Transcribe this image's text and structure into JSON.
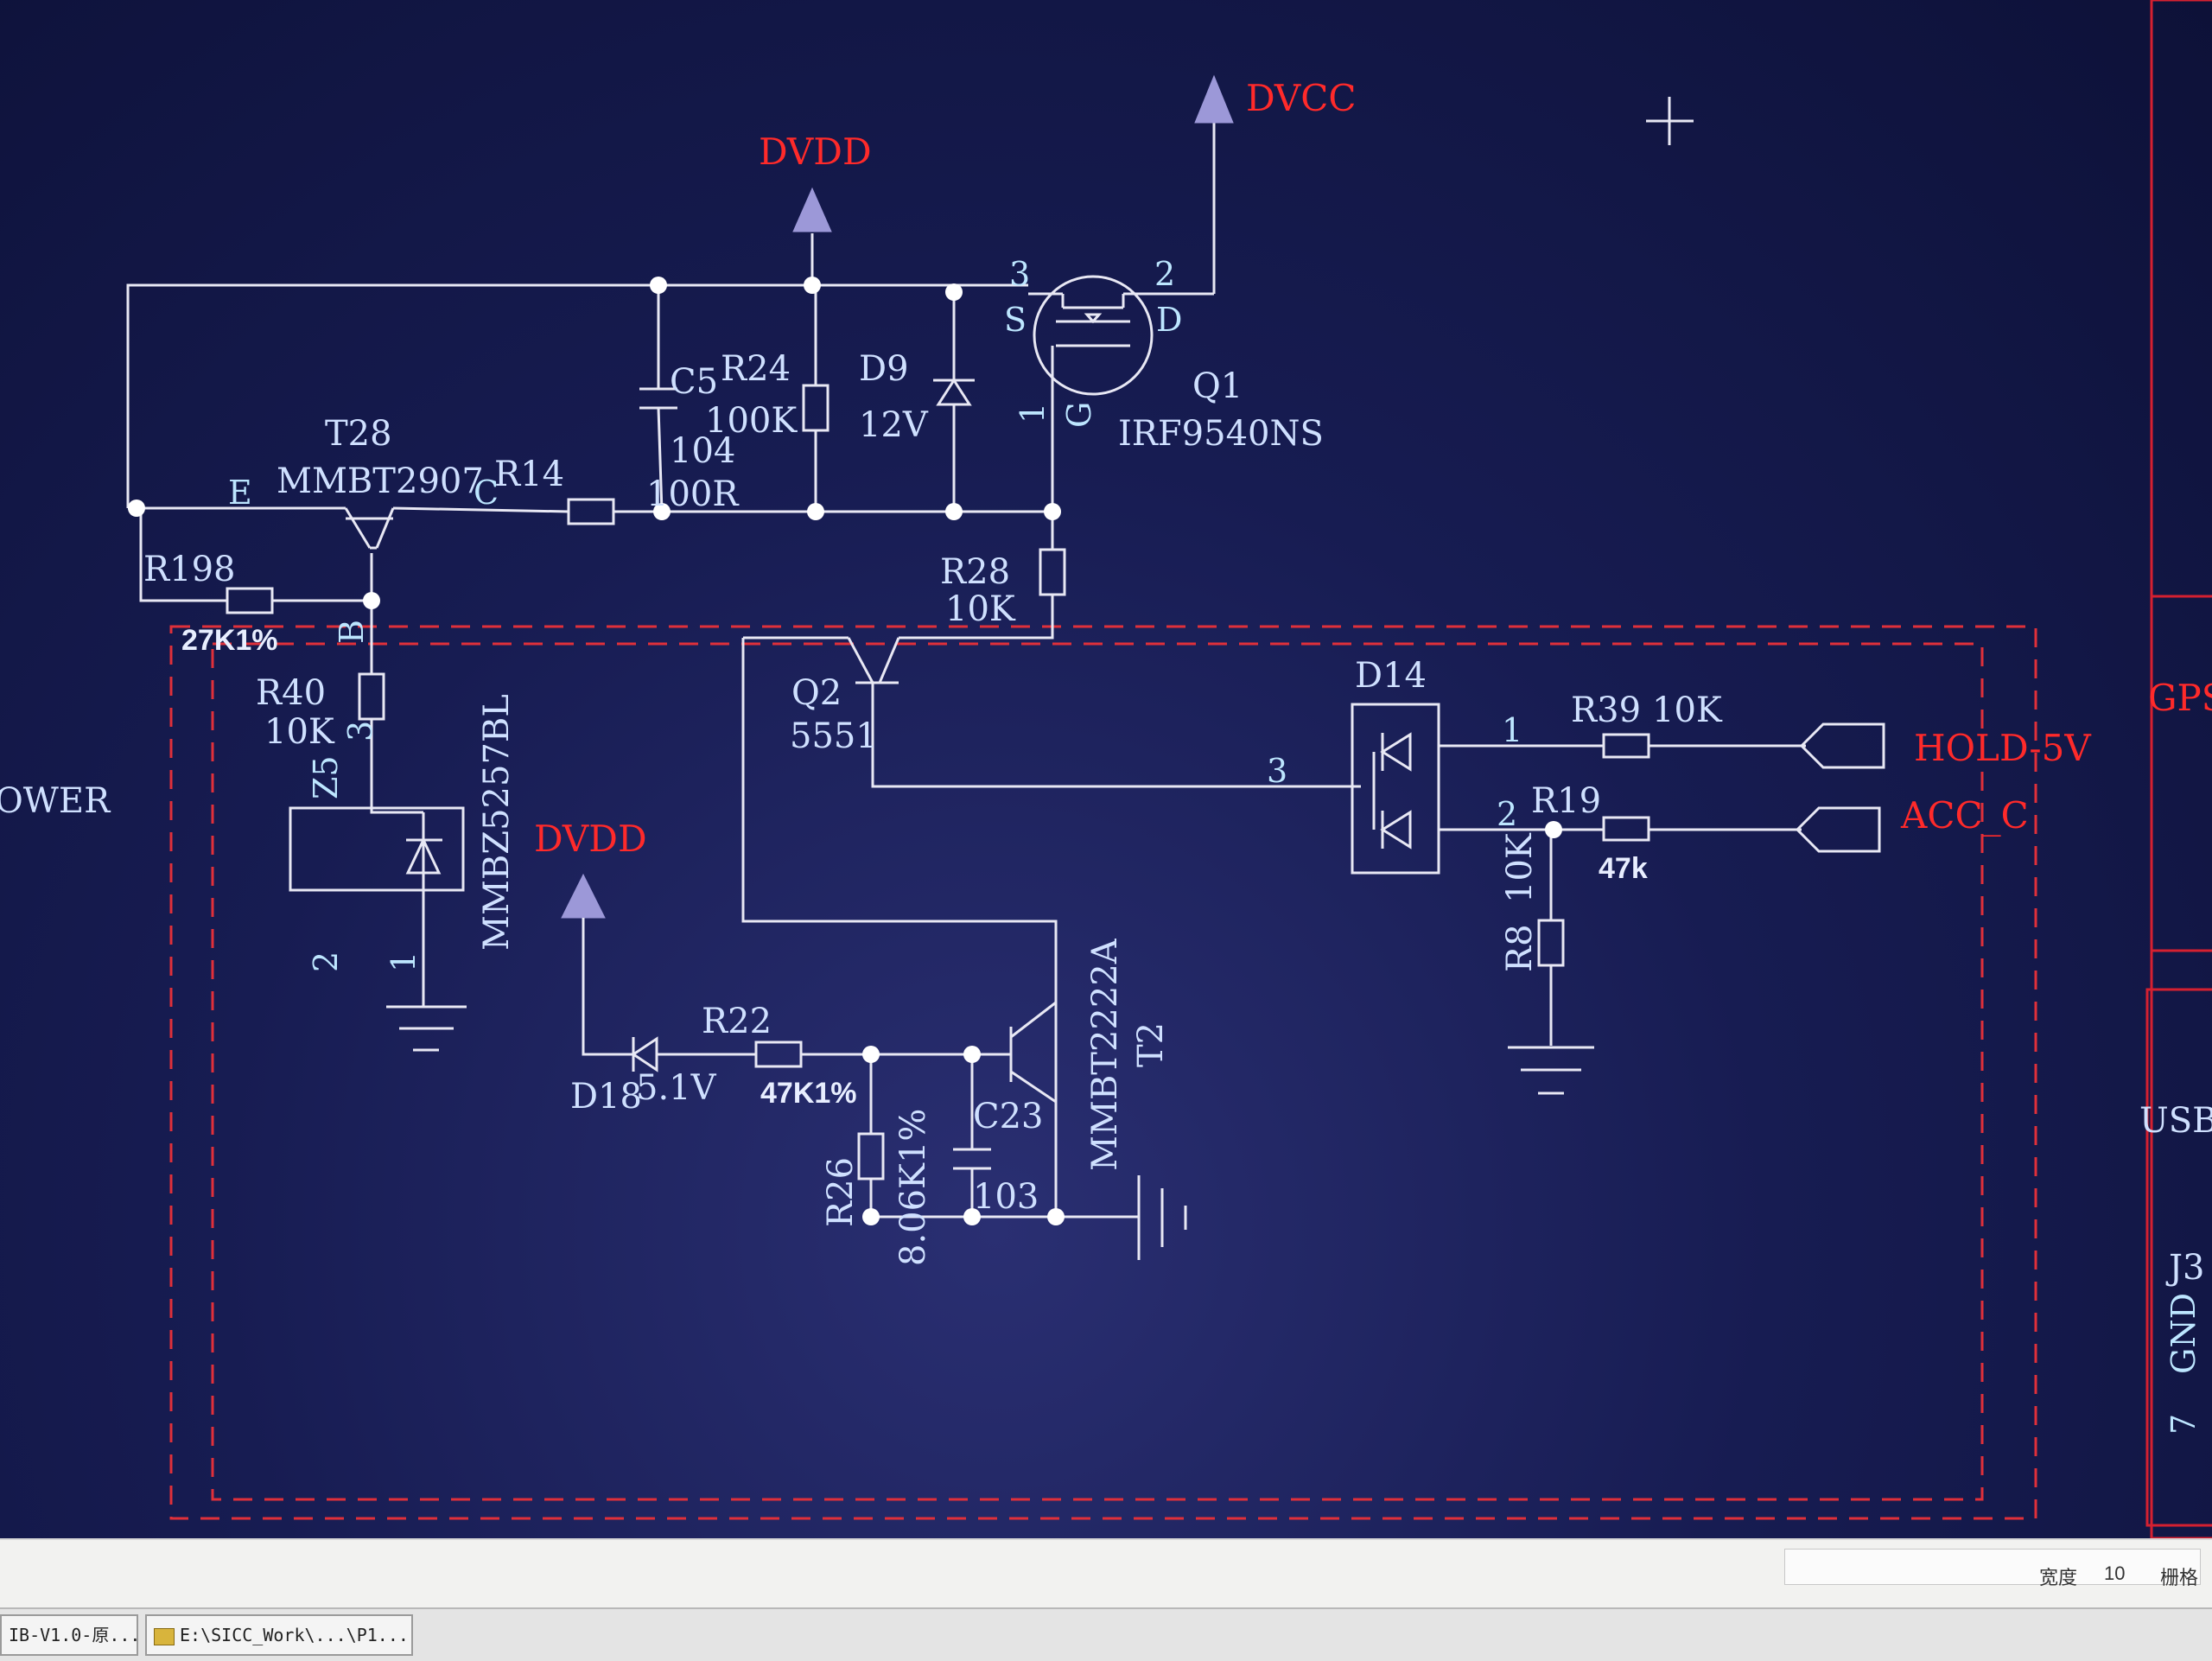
{
  "labels": {
    "t28_ref": "T28",
    "t28_part": "MMBT2907",
    "t28_e": "E",
    "t28_c": "C",
    "t28_b": "B",
    "r14_ref": "R14",
    "r14_val": "100R",
    "c5_ref": "C5",
    "c5_val": "104",
    "r24_ref": "R24",
    "r24_val": "100K",
    "d9_ref": "D9",
    "d9_val": "12V",
    "q1_ref": "Q1",
    "q1_part": "IRF9540NS",
    "q1_s": "S",
    "q1_d": "D",
    "q1_g": "G",
    "q1_pin3": "3",
    "q1_pin2": "2",
    "q1_pin1": "1",
    "r198_ref": "R198",
    "r198_val": "27K1%",
    "r28_ref": "R28",
    "r28_val": "10K",
    "r40_ref": "R40",
    "r40_val": "10K",
    "r40_pin": "3",
    "z5_ref": "Z5",
    "z5_part": "MMBZ5257BL",
    "z5_pin2": "2",
    "z5_pin1": "1",
    "q2_ref": "Q2",
    "q2_val": "5551",
    "d14_ref": "D14",
    "d14_pin1": "1",
    "d14_pin2": "2",
    "d14_pin3": "3",
    "r39_ref": "R39",
    "r39_val": "10K",
    "r19_ref": "R19",
    "r19_val": "47k",
    "r8_ref": "R8",
    "r8_val": "10K",
    "d18_ref": "D18",
    "d18_val": "5.1V",
    "r22_ref": "R22",
    "r22_val": "47K1%",
    "r26_ref": "R26",
    "r26_val": "8.06K1%",
    "c23_ref": "C23",
    "c23_val": "103",
    "t2_part": "MMBT2222A",
    "t2_ref": "T2",
    "power_partial": "OWER",
    "usb_partial": "USBA",
    "j3_ref": "J3",
    "gnd": "GND",
    "pin7": "7",
    "gps_partial": "GPS"
  },
  "nets": {
    "dvdd_top": "DVDD",
    "dvcc": "DVCC",
    "dvdd_bottom": "DVDD",
    "hold5v": "HOLD-5V",
    "acc_c": "ACC_C"
  },
  "statusbar": {
    "width_label": "宽度",
    "width_value": "10",
    "grid_label": "栅格"
  },
  "taskbar": {
    "task1": "IB-V1.0-原...",
    "task2": "E:\\SICC_Work\\...\\P1..."
  },
  "colors": {
    "wire": "#e8e8f4",
    "net_label": "#ff2a2a",
    "background": "#171c52",
    "frame": "#d52030"
  }
}
